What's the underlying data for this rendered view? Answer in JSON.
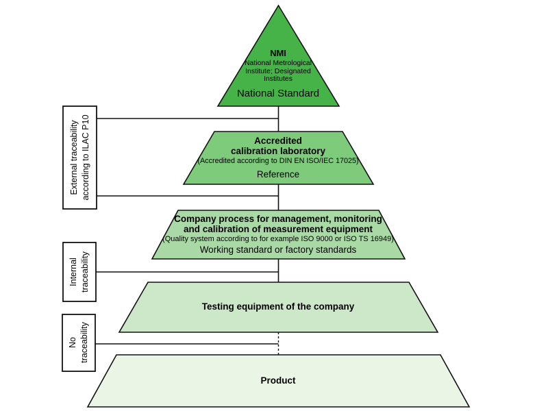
{
  "diagram": {
    "name": "Traceability pyramid (metrological traceability hierarchy)",
    "line_color": "#000000",
    "background": "#ffffff",
    "levels": [
      {
        "heading": "NMI",
        "body": "National Metrological\nInstitute; Designated\nInstitutes",
        "footer": "National Standard",
        "color": "#45b347"
      },
      {
        "heading": "Accredited\ncalibration laboratory",
        "note": "(Accredited according to DIN EN ISO/IEC 17025)",
        "footer": "Reference",
        "color": "#7ecb7c"
      },
      {
        "heading": "Company process for management, monitoring\nand calibration of measurement equipment",
        "note": "(Quality system according to for example ISO 9000 or ISO TS 16949)",
        "footer": "Working standard or factory standards",
        "color": "#a9daa5"
      },
      {
        "heading": "Testing equipment of the company",
        "color": "#cce8c8"
      },
      {
        "heading": "Product",
        "color": "#eaf5e5"
      }
    ],
    "side_labels": [
      {
        "text": "External traceability\naccording to ILAC P10"
      },
      {
        "text": "Internal\ntraceability"
      },
      {
        "text": "No\ntraceability"
      }
    ]
  }
}
